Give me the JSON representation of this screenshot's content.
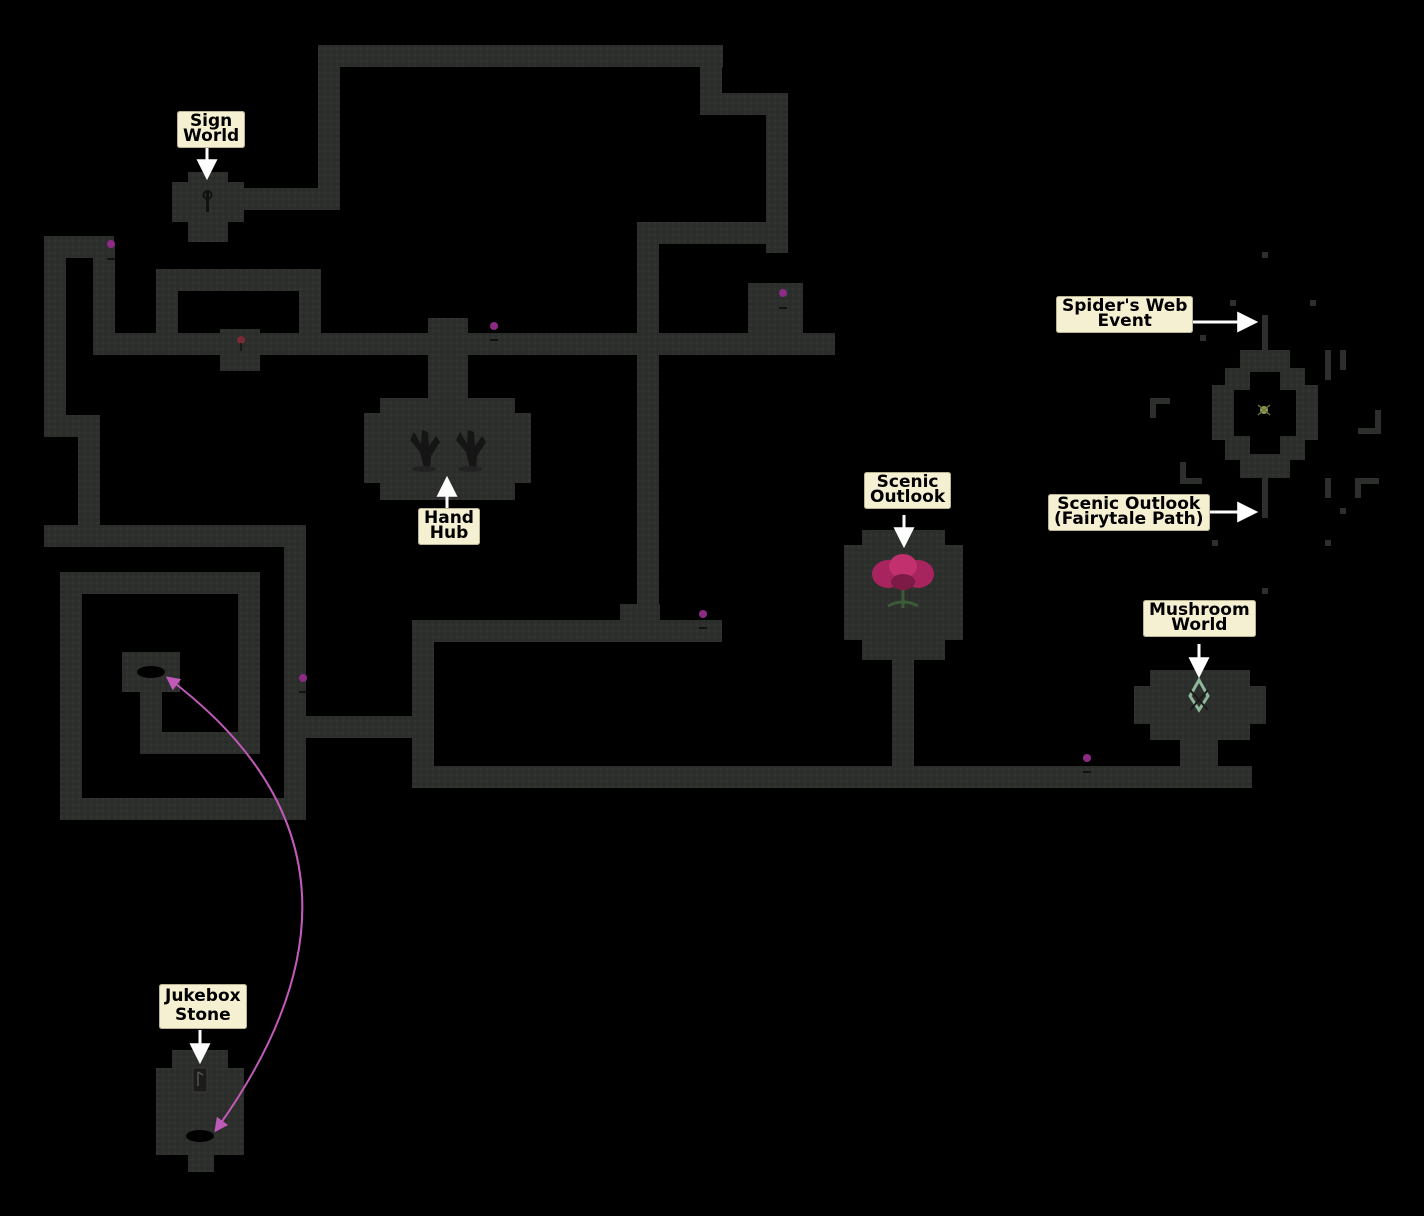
{
  "colors": {
    "background": "#000000",
    "path": "#2c2f2b",
    "path_edge": "#3a3d38",
    "label_bg": "#f6f0d2",
    "arrow": "#ffffff",
    "warp_arrow": "#c05ab8",
    "flower_petal": "#a8245e",
    "lamp": "#8c2a86"
  },
  "labels": {
    "sign_world": [
      "Sign",
      "World"
    ],
    "hand_hub": [
      "Hand",
      "Hub"
    ],
    "scenic_outlook": [
      "Scenic",
      "Outlook"
    ],
    "spiders_web": [
      "Spider's Web",
      "Event"
    ],
    "scenic_outlook_fairytale": [
      "Scenic Outlook",
      "(Fairytale Path)"
    ],
    "mushroom_world": [
      "Mushroom",
      "World"
    ],
    "jukebox_stone": [
      "Jukebox",
      "Stone"
    ]
  },
  "icons": [
    "signpost-icon",
    "hand-statue-icon",
    "giant-flower-icon",
    "mushroom-rune-icon",
    "jukebox-stone-icon",
    "portal-hole-icon",
    "lamp-icon",
    "spider-icon"
  ]
}
